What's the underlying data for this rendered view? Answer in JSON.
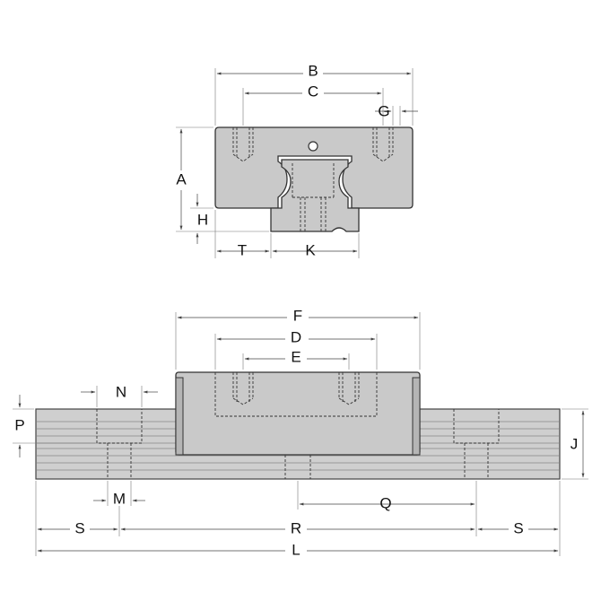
{
  "labels": {
    "A": "A",
    "B": "B",
    "C": "C",
    "D": "D",
    "E": "E",
    "F": "F",
    "G": "G",
    "H": "H",
    "J": "J",
    "K": "K",
    "L": "L",
    "M": "M",
    "N": "N",
    "P": "P",
    "Q": "Q",
    "R": "R",
    "S1": "S",
    "S2": "S",
    "T": "T"
  },
  "colors": {
    "part_fill": "#c9c9c9",
    "line": "#333333"
  }
}
